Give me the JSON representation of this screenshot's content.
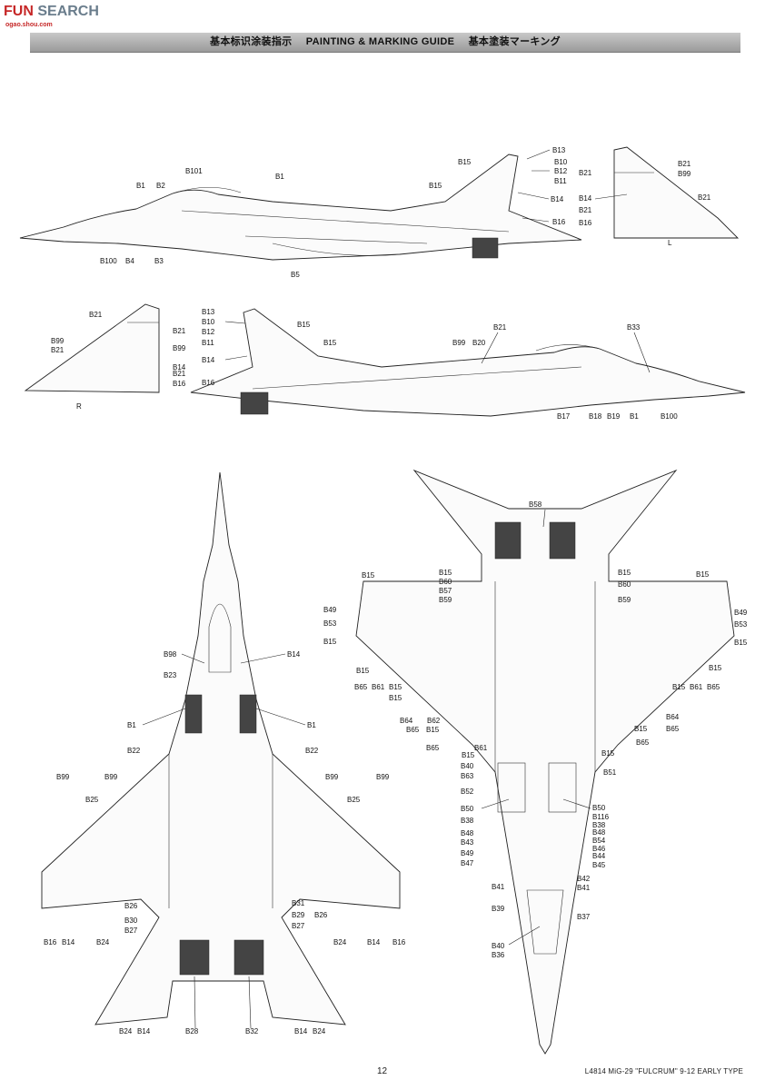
{
  "watermark": {
    "brand_a": "FUN",
    "brand_b": "SEARCH",
    "site": "ogao.shou.com"
  },
  "header": {
    "title_cn": "基本标识涂装指示",
    "title_en": "PAINTING & MARKING GUIDE",
    "title_jp": "基本塗装マーキング"
  },
  "footer": {
    "page_number": "12",
    "kit_title": "L4814 MiG-29 \"FULCRUM\" 9-12 EARLY TYPE"
  },
  "views": {
    "left_side": {
      "callouts": [
        "B101",
        "B1",
        "B2",
        "B1",
        "B100",
        "B4",
        "B3",
        "B5",
        "B15",
        "B15",
        "B13",
        "B10",
        "B12",
        "B11",
        "B14",
        "B16"
      ]
    },
    "fin_left": {
      "callouts": [
        "B21",
        "B99",
        "B21",
        "B14",
        "B21",
        "B16",
        "B21"
      ],
      "side_letter": "L"
    },
    "fin_right": {
      "callouts": [
        "B21",
        "B21",
        "B99",
        "B21",
        "B99",
        "B14",
        "B21",
        "B16"
      ],
      "side_letter": "R"
    },
    "right_side": {
      "callouts": [
        "B13",
        "B10",
        "B12",
        "B11",
        "B15",
        "B15",
        "B14",
        "B16",
        "B21",
        "B99",
        "B20",
        "B33",
        "B17",
        "B18",
        "B19",
        "B1",
        "B100"
      ]
    },
    "top": {
      "callouts": [
        "B98",
        "B14",
        "B23",
        "B1",
        "B1",
        "B22",
        "B22",
        "B99",
        "B99",
        "B99",
        "B99",
        "B25",
        "B25",
        "B26",
        "B31",
        "B30",
        "B29",
        "B27",
        "B26",
        "B27",
        "B16",
        "B14",
        "B24",
        "B24",
        "B14",
        "B16",
        "B28",
        "B32",
        "B24",
        "B14",
        "B14",
        "B24"
      ]
    },
    "bottom": {
      "callouts": [
        "B58",
        "B15",
        "B15",
        "B15",
        "B60",
        "B60",
        "B57",
        "B59",
        "B59",
        "B49",
        "B49",
        "B53",
        "B53",
        "B15",
        "B15",
        "B15",
        "B15",
        "B65",
        "B61",
        "B15",
        "B15",
        "B61",
        "B65",
        "B15",
        "B15",
        "B64",
        "B62",
        "B64",
        "B65",
        "B15",
        "B65",
        "B65",
        "B61",
        "B15",
        "B15",
        "B65",
        "B15",
        "B40",
        "B51",
        "B63",
        "B52",
        "B50",
        "B50",
        "B116",
        "B38",
        "B38",
        "B48",
        "B48",
        "B43",
        "B54",
        "B49",
        "B46",
        "B47",
        "B44",
        "B45",
        "B41",
        "B42",
        "B41",
        "B39",
        "B37",
        "B40",
        "B36"
      ]
    }
  }
}
